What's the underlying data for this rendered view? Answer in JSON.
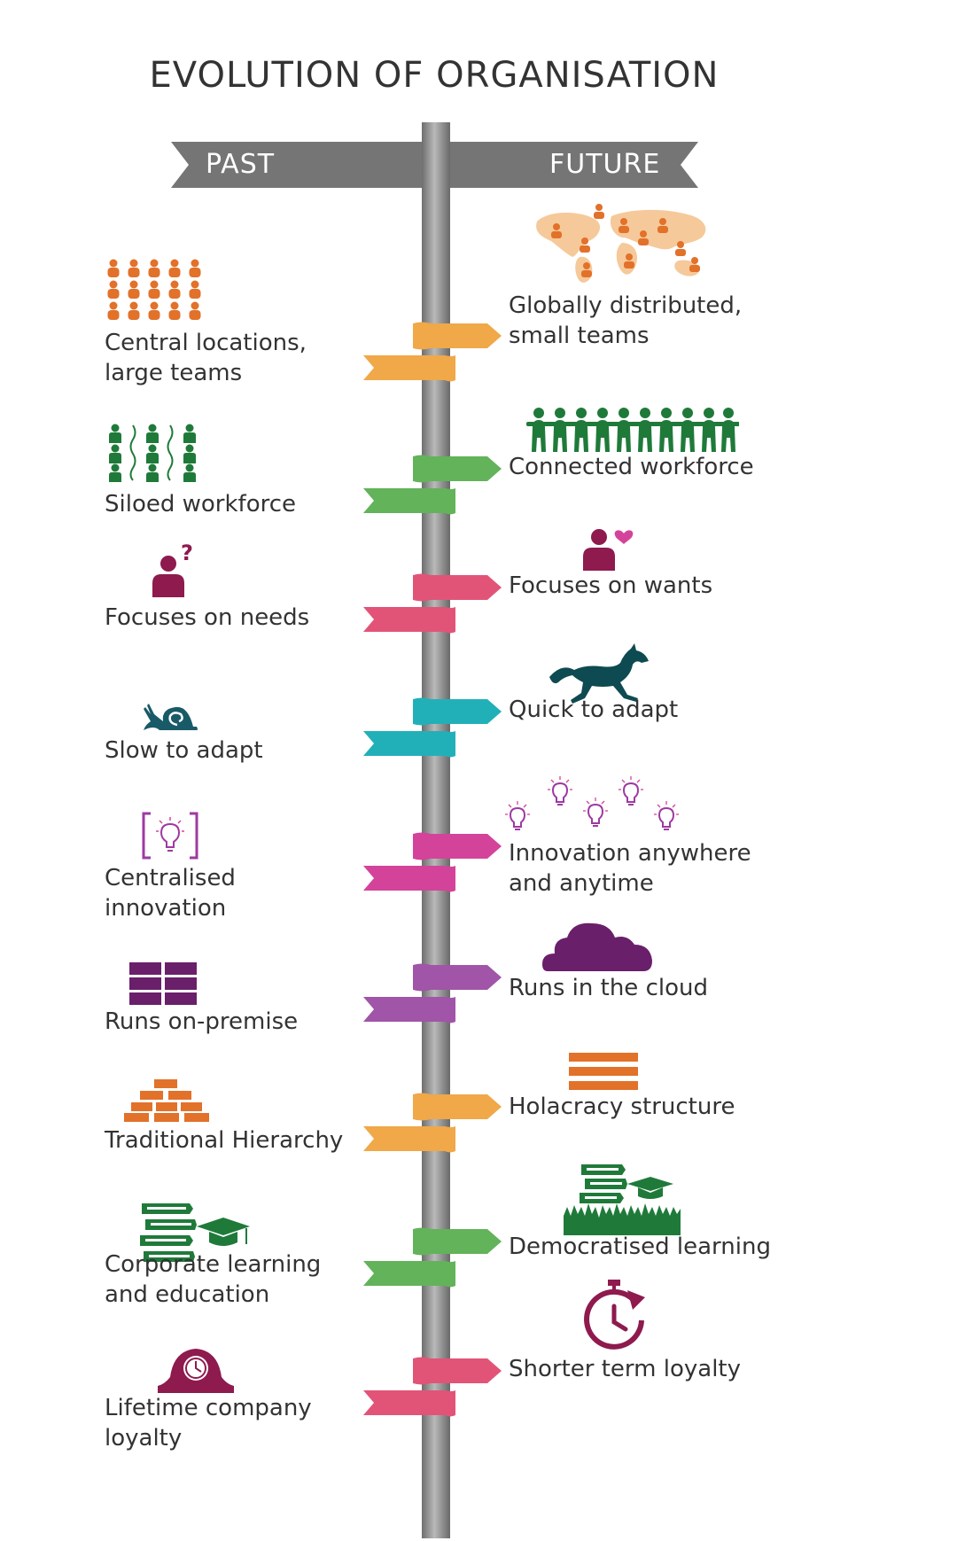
{
  "title": "EVOLUTION OF ORGANISATION",
  "sign": {
    "left": "PAST",
    "right": "FUTURE",
    "color": "#757575"
  },
  "rows": [
    {
      "past": "Central locations,\nlarge teams",
      "future": "Globally distributed,\nsmall teams",
      "color": "#f0a848",
      "past_icon": "people-grid-icon",
      "future_icon": "world-map-icon"
    },
    {
      "past": "Siloed workforce",
      "future": "Connected workforce",
      "color": "#62b35a",
      "past_icon": "separated-people-icon",
      "future_icon": "connected-people-icon"
    },
    {
      "past": "Focuses on needs",
      "future": "Focuses on wants",
      "color": "#e25477",
      "past_icon": "person-question-icon",
      "future_icon": "person-heart-icon"
    },
    {
      "past": "Slow to adapt",
      "future": "Quick to adapt",
      "color": "#22b0b8",
      "past_icon": "snail-icon",
      "future_icon": "running-horse-icon"
    },
    {
      "past": "Centralised\ninnovation",
      "future": "Innovation anywhere\nand anytime",
      "color": "#d4439a",
      "past_icon": "boxed-lightbulb-icon",
      "future_icon": "many-lightbulbs-icon"
    },
    {
      "past": "Runs on-premise",
      "future": "Runs in the cloud",
      "color": "#a055a8",
      "past_icon": "server-rack-icon",
      "future_icon": "cloud-icon"
    },
    {
      "past": "Traditional Hierarchy",
      "future": "Holacracy structure",
      "color": "#f0a848",
      "past_icon": "pyramid-bricks-icon",
      "future_icon": "flat-layers-icon"
    },
    {
      "past": "Corporate learning\nand education",
      "future": "Democratised learning",
      "color": "#62b35a",
      "past_icon": "books-graduation-cap-icon",
      "future_icon": "books-crowd-icon"
    },
    {
      "past": "Lifetime company\nloyalty",
      "future": "Shorter term loyalty",
      "color": "#e25477",
      "past_icon": "mantel-clock-icon",
      "future_icon": "stopwatch-icon"
    }
  ]
}
